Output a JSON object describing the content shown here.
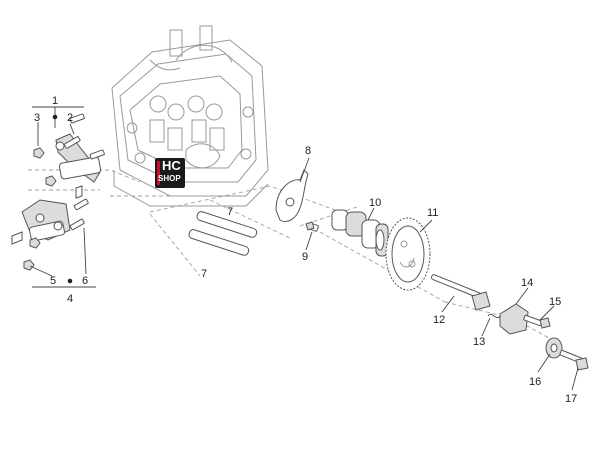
{
  "logo": {
    "line1": "HC",
    "line2": "SHOP",
    "accent": "#c8102e"
  },
  "labels": {
    "l1": "1",
    "l2": "2",
    "l3": "3",
    "l4": "4",
    "l5": "5",
    "l6": "6",
    "l7a": "7",
    "l7b": "7",
    "l8": "8",
    "l9": "9",
    "l10": "10",
    "l11": "11",
    "l12": "12",
    "l13": "13",
    "l14": "14",
    "l15": "15",
    "l16": "16",
    "l17": "17"
  }
}
